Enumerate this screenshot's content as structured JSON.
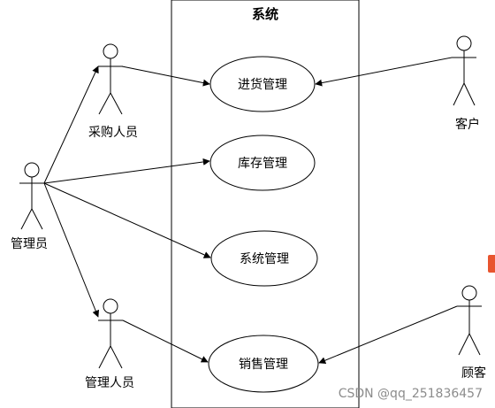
{
  "system": {
    "title": "系统"
  },
  "actors": {
    "caigou": "采购人员",
    "guanliyuan": "管理员",
    "guanli_renyuan": "管理人员",
    "kehu": "客户",
    "guke": "顾客"
  },
  "usecases": {
    "jinhuo": "进货管理",
    "kucun": "库存管理",
    "xitong": "系统管理",
    "xiaoshou": "销售管理"
  },
  "watermark": "CSDN @qq_251836457",
  "colors": {
    "line": "#000000",
    "background": "#ffffff",
    "watermark": "#8c8c8c",
    "side_tag": "#e8552f"
  }
}
